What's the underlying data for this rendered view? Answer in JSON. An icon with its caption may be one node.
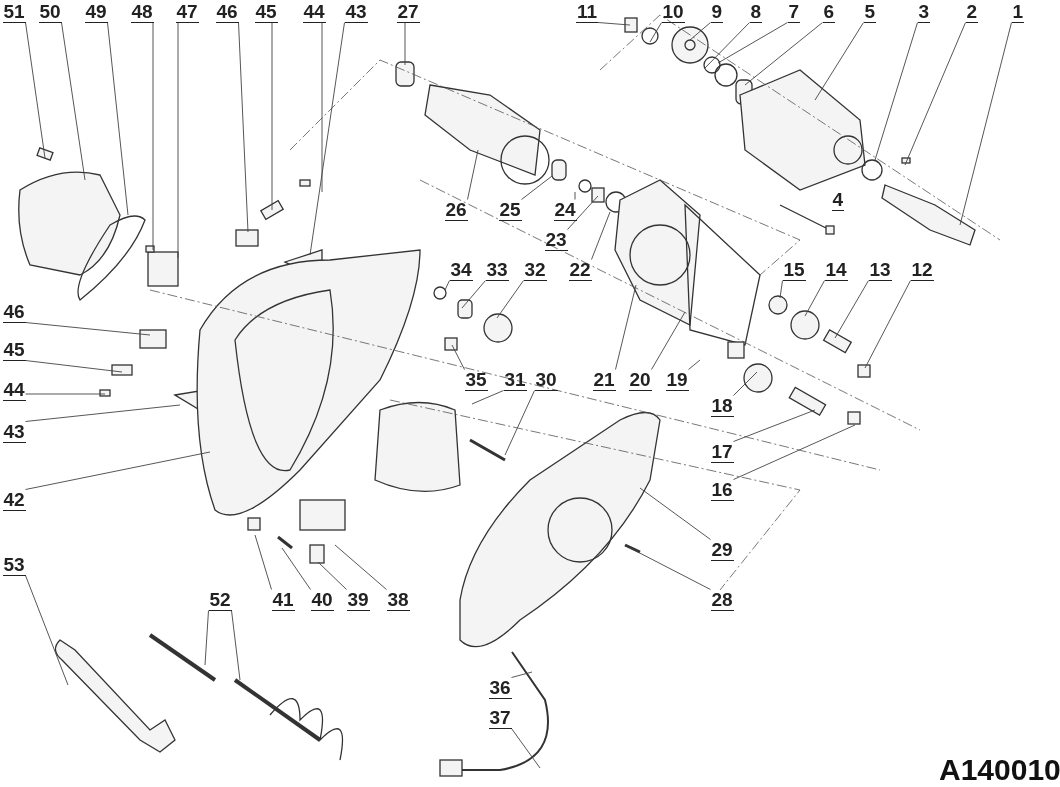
{
  "diagram": {
    "nodes": [
      {
        "text": [
          "51"
        ]
      },
      {
        "text": [
          "50"
        ]
      },
      {
        "text": [
          "49"
        ]
      },
      {
        "text": [
          "48"
        ]
      },
      {
        "text": [
          "47"
        ]
      },
      {
        "text": [
          "46"
        ]
      },
      {
        "text": [
          "45"
        ]
      },
      {
        "text": [
          "44"
        ]
      },
      {
        "text": [
          "43"
        ]
      },
      {
        "text": [
          "27"
        ]
      },
      {
        "text": [
          "11"
        ]
      },
      {
        "text": [
          "10"
        ]
      },
      {
        "text": [
          "9"
        ]
      },
      {
        "text": [
          "8"
        ]
      },
      {
        "text": [
          "7"
        ]
      },
      {
        "text": [
          "6"
        ]
      },
      {
        "text": [
          "5"
        ]
      },
      {
        "text": [
          "3"
        ]
      },
      {
        "text": [
          "2"
        ]
      },
      {
        "text": [
          "1"
        ]
      },
      {
        "text": [
          "26"
        ]
      },
      {
        "text": [
          "25"
        ]
      },
      {
        "text": [
          "24"
        ]
      },
      {
        "text": [
          "23"
        ]
      },
      {
        "text": [
          "22"
        ]
      },
      {
        "text": [
          "34"
        ]
      },
      {
        "text": [
          "33"
        ]
      },
      {
        "text": [
          "32"
        ]
      },
      {
        "text": [
          "15"
        ]
      },
      {
        "text": [
          "14"
        ]
      },
      {
        "text": [
          "13"
        ]
      },
      {
        "text": [
          "12"
        ]
      },
      {
        "text": [
          "46"
        ]
      },
      {
        "text": [
          "45"
        ]
      },
      {
        "text": [
          "44"
        ]
      },
      {
        "text": [
          "35"
        ]
      },
      {
        "text": [
          "31"
        ]
      },
      {
        "text": [
          "30"
        ]
      },
      {
        "text": [
          "21"
        ]
      },
      {
        "text": [
          "20"
        ]
      },
      {
        "text": [
          "19"
        ]
      },
      {
        "text": [
          "18"
        ]
      },
      {
        "text": [
          "43"
        ]
      },
      {
        "text": [
          "17"
        ]
      },
      {
        "text": [
          "16"
        ]
      },
      {
        "text": [
          "42"
        ]
      },
      {
        "text": [
          "29"
        ]
      },
      {
        "text": [
          "28"
        ]
      },
      {
        "text": [
          "53"
        ]
      },
      {
        "text": [
          "41"
        ]
      },
      {
        "text": [
          "40"
        ]
      },
      {
        "text": [
          "39"
        ]
      },
      {
        "text": [
          "38"
        ]
      },
      {
        "text": [
          "52"
        ]
      },
      {
        "text": [
          "36"
        ]
      },
      {
        "text": [
          "37"
        ]
      }
    ],
    "edges": [
      {
        "from": 0,
        "to": null,
        "arrow": "none"
      },
      {
        "from": 1,
        "to": null,
        "arrow": "none"
      },
      {
        "from": 2,
        "to": null,
        "arrow": "none"
      },
      {
        "from": 3,
        "to": null,
        "arrow": "none"
      },
      {
        "from": 4,
        "to": null,
        "arrow": "none"
      },
      {
        "from": 5,
        "to": null,
        "arrow": "none"
      },
      {
        "from": 6,
        "to": null,
        "arrow": "none"
      },
      {
        "from": 7,
        "to": null,
        "arrow": "none"
      },
      {
        "from": 8,
        "to": null,
        "arrow": "none"
      },
      {
        "from": 9,
        "to": null,
        "arrow": "none"
      },
      {
        "from": 10,
        "to": null,
        "arrow": "none"
      },
      {
        "from": 11,
        "to": null,
        "arrow": "none"
      },
      {
        "from": 12,
        "to": null,
        "arrow": "none"
      },
      {
        "from": 13,
        "to": null,
        "arrow": "none"
      },
      {
        "from": 14,
        "to": null,
        "arrow": "none"
      },
      {
        "from": 15,
        "to": null,
        "arrow": "none"
      },
      {
        "from": 16,
        "to": null,
        "arrow": "none"
      },
      {
        "from": 17,
        "to": null,
        "arrow": "none"
      },
      {
        "from": 18,
        "to": null,
        "arrow": "none"
      },
      {
        "from": 19,
        "to": null,
        "arrow": "none"
      },
      {
        "from": 20,
        "to": null,
        "arrow": "none"
      },
      {
        "from": 21,
        "to": null,
        "arrow": "none"
      },
      {
        "from": 22,
        "to": null,
        "arrow": "none"
      },
      {
        "from": 23,
        "to": null,
        "arrow": "none"
      },
      {
        "from": 24,
        "to": null,
        "arrow": "none"
      },
      {
        "from": 25,
        "to": null,
        "arrow": "none"
      },
      {
        "from": 26,
        "to": null,
        "arrow": "none"
      },
      {
        "from": 27,
        "to": null,
        "arrow": "none"
      },
      {
        "from": 28,
        "to": null,
        "arrow": "none"
      },
      {
        "from": 29,
        "to": null,
        "arrow": "none"
      },
      {
        "from": 30,
        "to": null,
        "arrow": "none"
      },
      {
        "from": 31,
        "to": null,
        "arrow": "none"
      },
      {
        "from": 32,
        "to": null,
        "arrow": "none"
      },
      {
        "from": 33,
        "to": null,
        "arrow": "none"
      },
      {
        "from": 34,
        "to": null,
        "arrow": "none"
      },
      {
        "from": 35,
        "to": null,
        "arrow": "none"
      },
      {
        "from": 36,
        "to": null,
        "arrow": "none"
      },
      {
        "from": 37,
        "to": null,
        "arrow": "none"
      },
      {
        "from": 38,
        "to": null,
        "arrow": "none"
      },
      {
        "from": 39,
        "to": null,
        "arrow": "none"
      },
      {
        "from": 40,
        "to": null,
        "arrow": "none"
      },
      {
        "from": 41,
        "to": null,
        "arrow": "none"
      },
      {
        "from": 42,
        "to": null,
        "arrow": "none"
      },
      {
        "from": 43,
        "to": null,
        "arrow": "none"
      },
      {
        "from": 44,
        "to": null,
        "arrow": "none"
      },
      {
        "from": 45,
        "to": null,
        "arrow": "none"
      },
      {
        "from": 46,
        "to": null,
        "arrow": "none"
      },
      {
        "from": 47,
        "to": null,
        "arrow": "none"
      },
      {
        "from": 48,
        "to": null,
        "arrow": "none"
      },
      {
        "from": 49,
        "to": null,
        "arrow": "none"
      },
      {
        "from": 50,
        "to": null,
        "arrow": "none"
      },
      {
        "from": 51,
        "to": null,
        "arrow": "none"
      },
      {
        "from": 52,
        "to": null,
        "arrow": "none"
      },
      {
        "from": 53,
        "to": null,
        "arrow": "none"
      },
      {
        "from": 53,
        "to": null,
        "arrow": "none"
      },
      {
        "from": 54,
        "to": null,
        "arrow": "none"
      },
      {
        "from": 55,
        "to": null,
        "arrow": "none"
      }
    ],
    "labels": [
      "4",
      "A140010"
    ]
  }
}
